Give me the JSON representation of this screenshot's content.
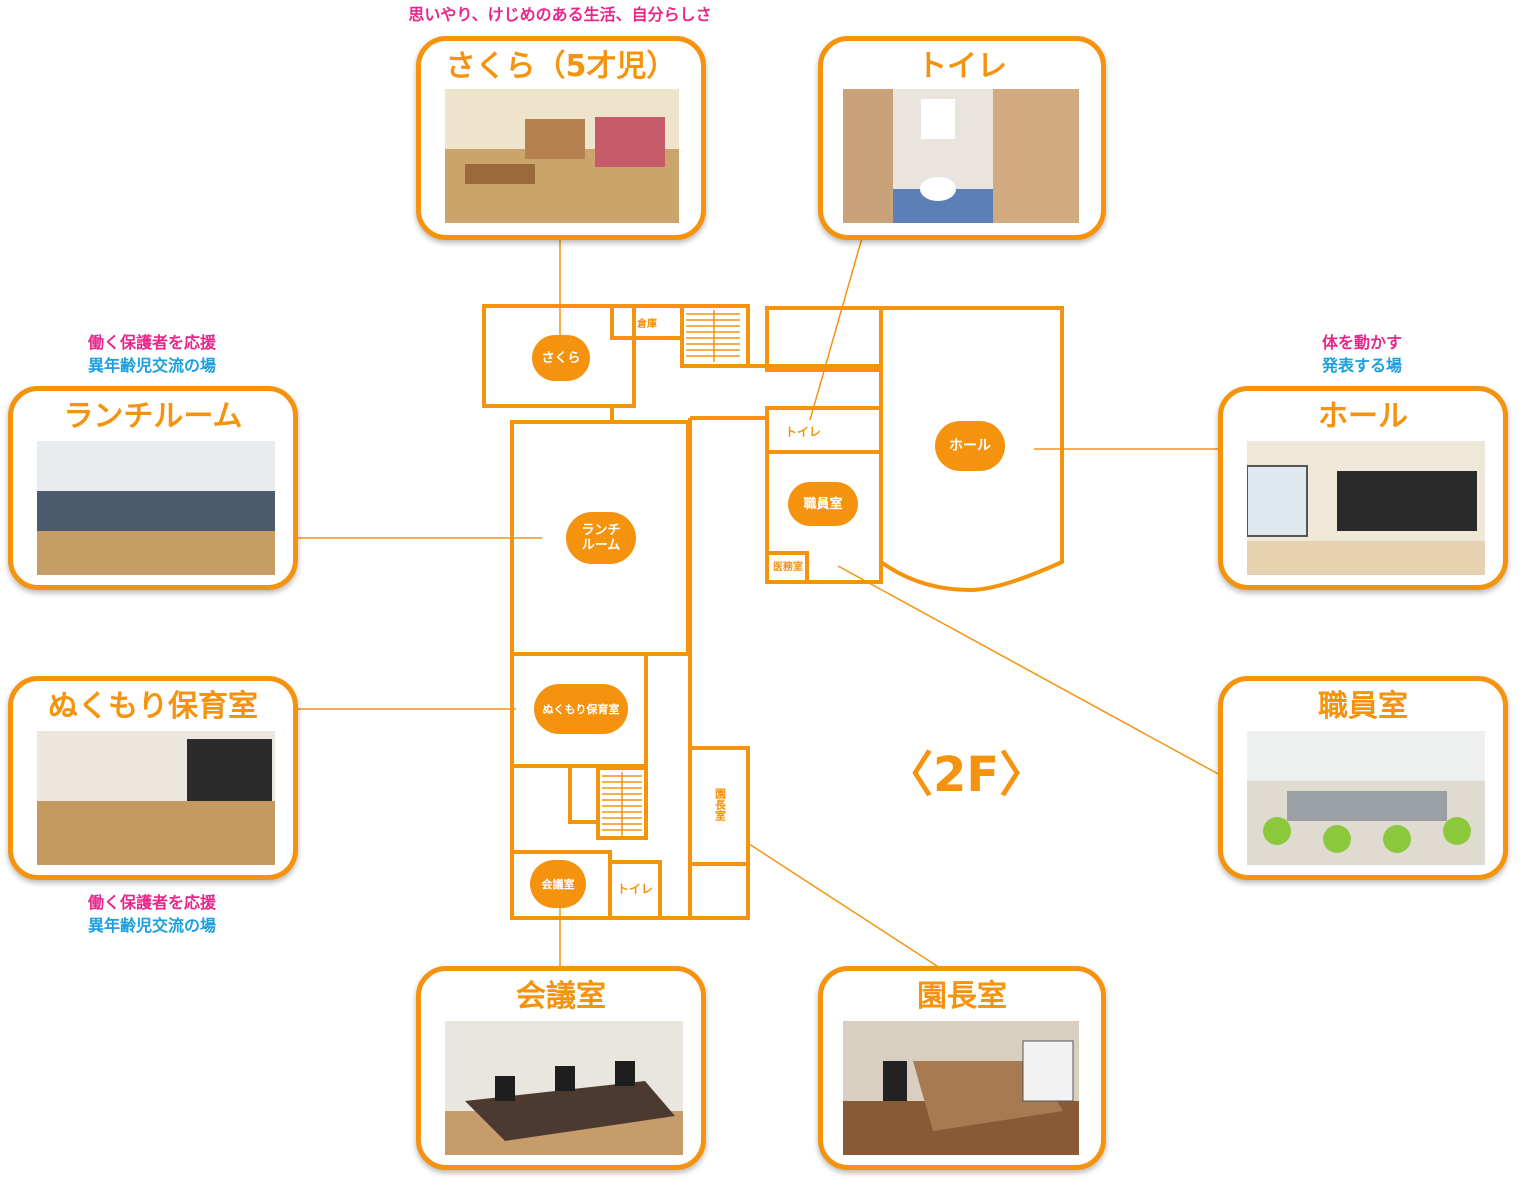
{
  "colors": {
    "orange": "#f5930f",
    "pink": "#e8278a",
    "blue": "#1aa0e0"
  },
  "floor": "〈2F〉",
  "captions": {
    "sakura": "思いやり、けじめのある生活、自分らしさ",
    "lunch_line1": "働く保護者を応援",
    "lunch_line2": "異年齢児交流の場",
    "hall_line1": "体を動かす",
    "hall_line2": "発表する場",
    "nukumori_line1": "働く保護者を応援",
    "nukumori_line2": "異年齢児交流の場"
  },
  "cards": {
    "sakura": "さくら（5才児）",
    "toilet": "トイレ",
    "lunch": "ランチルーム",
    "hall": "ホール",
    "nukumori": "ぬくもり保育室",
    "staff": "職員室",
    "meeting": "会議室",
    "principal": "園長室"
  },
  "plan_labels": {
    "sakura": "さくら",
    "storage": "倉庫",
    "toilet_upper": "トイレ",
    "hall": "ホール",
    "staff": "職員室",
    "clinic": "医務室",
    "lunch_line1": "ランチ",
    "lunch_line2": "ルーム",
    "nukumori": "ぬくもり保育室",
    "principal": "園長室",
    "meeting": "会議室",
    "toilet_lower": "トイレ"
  }
}
